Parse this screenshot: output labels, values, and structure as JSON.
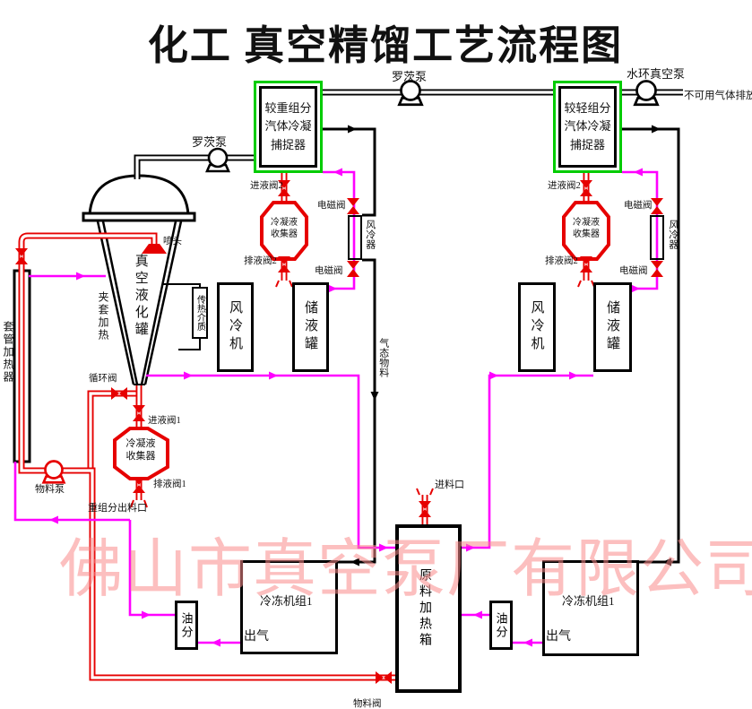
{
  "title": "化工 真空精馏工艺流程图",
  "watermark": "佛山市真空泵厂有限公司",
  "pumps": {
    "roots_top": "罗茨泵",
    "roots_left": "罗茨泵",
    "water_ring": "水环真空泵",
    "material": "物料泵"
  },
  "notes": {
    "exhaust": "不可用气体排放",
    "gas_material": "气态物料",
    "heavy_outlet": "重组分出料口",
    "feed_inlet": "进料口",
    "gas_out": "出气"
  },
  "traps": {
    "heavy": {
      "l1": "较重组分",
      "l2": "汽体冷凝",
      "l3": "捕捉器"
    },
    "light": {
      "l1": "较轻组分",
      "l2": "汽体冷凝",
      "l3": "捕捉器"
    }
  },
  "equipment": {
    "vacuum_tank": "真空液化罐",
    "jacket_heating": "夹套加热",
    "sleeve_heater": "套管加热器",
    "heat_medium": "传热介质",
    "spray_head": "喷头",
    "air_cooler": "风冷器",
    "air_cooling_machine": "风冷机",
    "storage_tank": "储液罐",
    "collector_l1": "冷凝液",
    "collector_l2": "收集器",
    "feed_heating_box": "原料加热箱",
    "oil_separator": "油分",
    "freezer_unit": "冷冻机组1"
  },
  "valves": {
    "inlet1": "进液阀1",
    "inlet2": "进液阀2",
    "drain1": "排液阀1",
    "drain2": "排液阀2",
    "solenoid": "电磁阀",
    "circulation": "循环阀",
    "material": "物料阀"
  },
  "colors": {
    "pipe_red": "#e60000",
    "pipe_magenta": "#ff00ff",
    "pipe_black": "#000000",
    "trap_green": "#00cc00",
    "watermark_pink": "#fa8a8a"
  }
}
